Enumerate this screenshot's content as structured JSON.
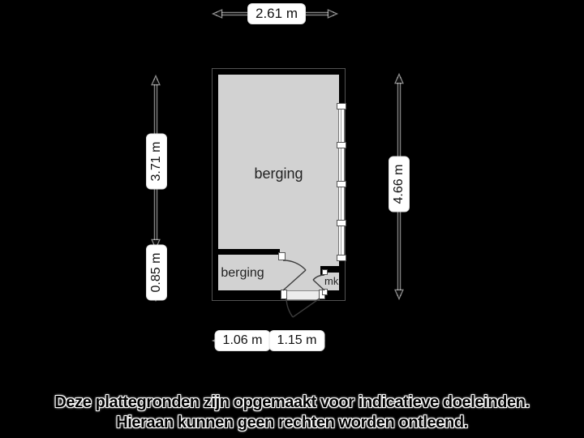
{
  "colors": {
    "background": "#000000",
    "floor": "#d2d2d2",
    "wall": "#000000",
    "chip_background": "#ffffff",
    "chip_text": "#111111"
  },
  "rooms": {
    "main": "berging",
    "storage": "berging",
    "meter_closet": "mk"
  },
  "dimensions": {
    "width_top": "2.61 m",
    "left_upper": "3.71 m",
    "left_lower": "0.85 m",
    "right_side": "4.66 m",
    "bottom_left": "1.06 m",
    "bottom_right": "1.15 m"
  },
  "disclaimer": {
    "line1": "Deze plattegronden zijn opgemaakt voor indicatieve doeleinden.",
    "line2": "Hieraan kunnen geen rechten worden ontleend."
  }
}
